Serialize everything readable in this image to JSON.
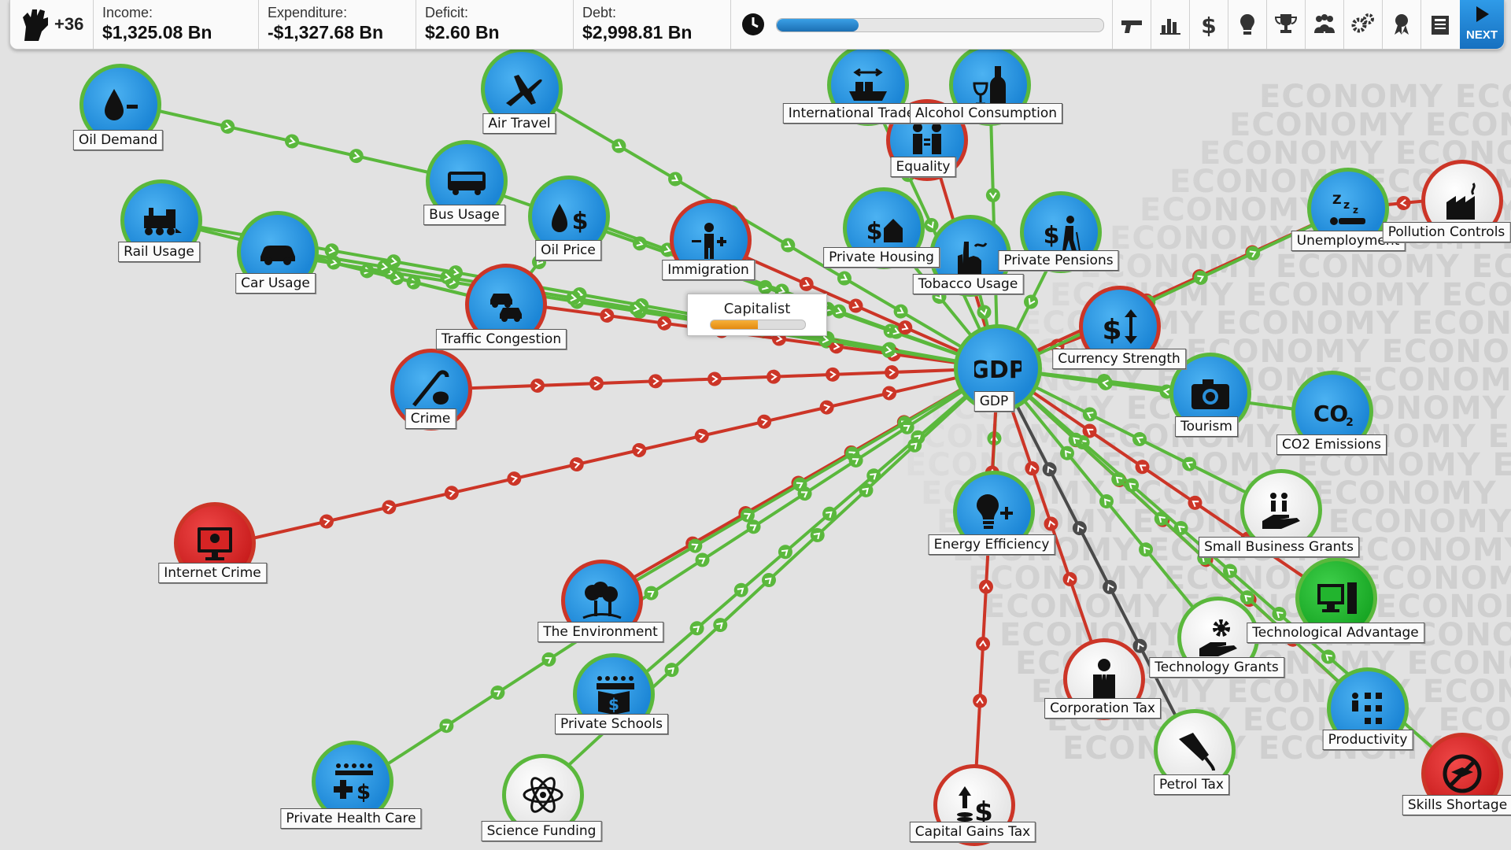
{
  "topbar": {
    "political_capital": "+36",
    "income_label": "Income:",
    "income_value": "$1,325.08 Bn",
    "expenditure_label": "Expenditure:",
    "expenditure_value": "-$1,327.68 Bn",
    "deficit_label": "Deficit:",
    "deficit_value": "$2.60 Bn",
    "debt_label": "Debt:",
    "debt_value": "$2,998.81 Bn",
    "turn_progress": 0.25,
    "next_label": "NEXT",
    "toolbar_icons": [
      "gun-icon",
      "bar-chart-icon",
      "dollar-icon",
      "lightbulb-icon",
      "trophy-icon",
      "people-icon",
      "gears-icon",
      "award-ribbon-icon",
      "newspaper-icon"
    ]
  },
  "watermark_text": "ECONOMY",
  "tooltip": {
    "text": "Capitalist",
    "progress": 0.5
  },
  "colors": {
    "positive_link": "#5ab83c",
    "negative_link": "#cc3527",
    "neutral_link": "#4a4a4a",
    "node_blue": "#2c97e6"
  },
  "nodes": {
    "gdp": {
      "label": "GDP",
      "icon": "gdp-text-icon"
    },
    "oil_demand": {
      "label": "Oil Demand",
      "icon": "oil-drop-minus-icon"
    },
    "air_travel": {
      "label": "Air Travel",
      "icon": "airplane-icon"
    },
    "bus_usage": {
      "label": "Bus Usage",
      "icon": "bus-icon"
    },
    "oil_price": {
      "label": "Oil Price",
      "icon": "oil-drop-dollar-icon"
    },
    "rail_usage": {
      "label": "Rail Usage",
      "icon": "train-icon"
    },
    "car_usage": {
      "label": "Car Usage",
      "icon": "car-icon"
    },
    "immigration": {
      "label": "Immigration",
      "icon": "person-plus-icon"
    },
    "traffic_congestion": {
      "label": "Traffic Congestion",
      "icon": "cars-icon"
    },
    "crime": {
      "label": "Crime",
      "icon": "crowbar-bag-icon"
    },
    "internet_crime": {
      "label": "Internet Crime",
      "icon": "hacker-monitor-icon"
    },
    "international_trade": {
      "label": "International Trade",
      "icon": "ship-icon"
    },
    "alcohol_consumption": {
      "label": "Alcohol Consumption",
      "icon": "wine-bottle-icon"
    },
    "equality": {
      "label": "Equality",
      "icon": "equality-people-icon"
    },
    "private_housing": {
      "label": "Private Housing",
      "icon": "dollar-house-icon"
    },
    "tobacco_usage": {
      "label": "Tobacco Usage",
      "icon": "cigarette-hand-icon"
    },
    "private_pensions": {
      "label": "Private Pensions",
      "icon": "dollar-elder-icon"
    },
    "currency_strength": {
      "label": "Currency Strength",
      "icon": "dollar-arrows-icon"
    },
    "unemployment": {
      "label": "Unemployment",
      "icon": "sleeping-person-icon"
    },
    "pollution_controls": {
      "label": "Pollution Controls",
      "icon": "factory-icon"
    },
    "tourism": {
      "label": "Tourism",
      "icon": "camera-icon"
    },
    "co2_emissions": {
      "label": "CO2 Emissions",
      "icon": "co2-text-icon"
    },
    "energy_efficiency": {
      "label": "Energy Efficiency",
      "icon": "bulb-plus-icon"
    },
    "small_business_grants": {
      "label": "Small Business Grants",
      "icon": "hand-people-icon"
    },
    "technological_advantage": {
      "label": "Technological Advantage",
      "icon": "computer-icon"
    },
    "the_environment": {
      "label": "The Environment",
      "icon": "trees-icon"
    },
    "private_schools": {
      "label": "Private Schools",
      "icon": "book-dollar-icon"
    },
    "technology_grants": {
      "label": "Technology Grants",
      "icon": "gear-hand-icon"
    },
    "corporation_tax": {
      "label": "Corporation Tax",
      "icon": "businessman-icon"
    },
    "productivity": {
      "label": "Productivity",
      "icon": "org-chart-icon"
    },
    "petrol_tax": {
      "label": "Petrol Tax",
      "icon": "fuel-nozzle-icon"
    },
    "skills_shortage": {
      "label": "Skills Shortage",
      "icon": "no-graduation-icon"
    },
    "private_health_care": {
      "label": "Private Health Care",
      "icon": "cross-dollar-icon"
    },
    "science_funding": {
      "label": "Science Funding",
      "icon": "atom-icon"
    },
    "capital_gains_tax": {
      "label": "Capital Gains Tax",
      "icon": "arrow-dollar-icon"
    }
  }
}
